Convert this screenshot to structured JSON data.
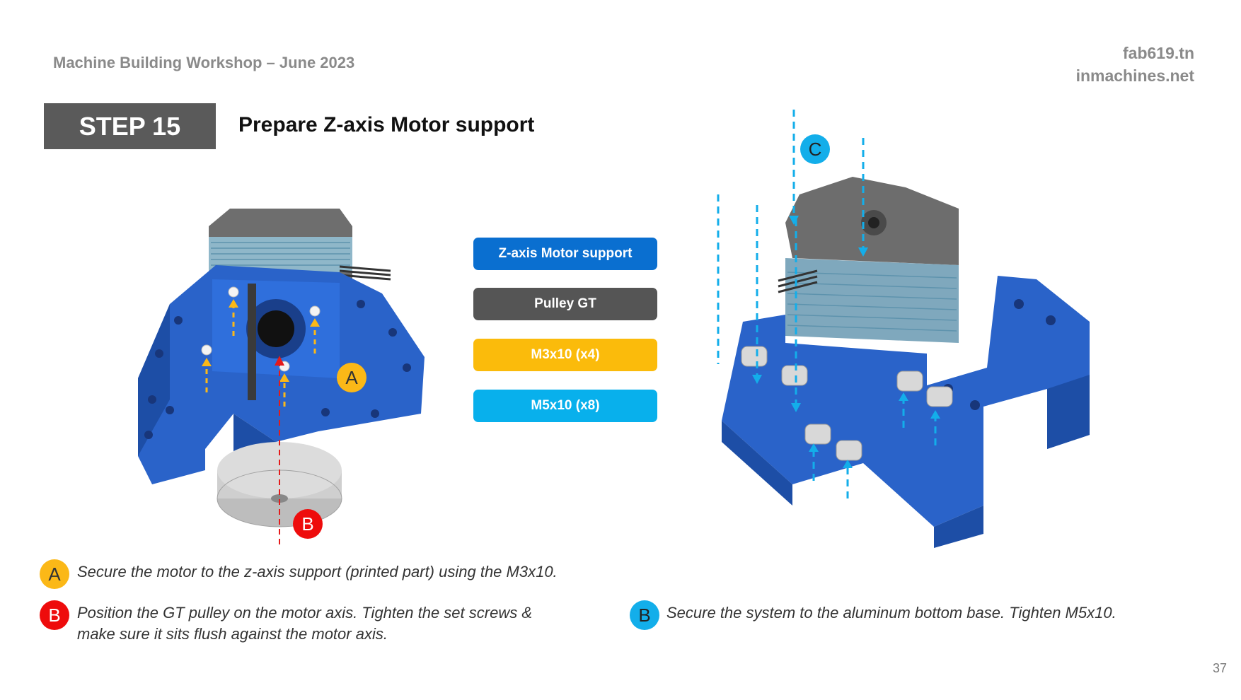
{
  "header": {
    "workshop": "Machine Building Workshop – June 2023",
    "site_1": "fab619.tn",
    "site_2": "inmachines.net"
  },
  "step": {
    "label": "STEP 15",
    "title": "Prepare Z-axis Motor support"
  },
  "legend": [
    {
      "label": "Z-axis Motor support",
      "color": "#0a6fd0"
    },
    {
      "label": "Pulley GT",
      "color": "#555555"
    },
    {
      "label": "M3x10 (x4)",
      "color": "#fbbb0b"
    },
    {
      "label": "M5x10 (x8)",
      "color": "#08b0ec"
    }
  ],
  "figure_callouts": {
    "a": "A",
    "b": "B",
    "c": "C"
  },
  "instructions": [
    {
      "badge": "A",
      "color": "#fbb817",
      "text": "Secure the motor to the z-axis support (printed part) using the M3x10."
    },
    {
      "badge": "B",
      "color": "#ee0c0c",
      "text": "Position the GT pulley on the motor axis. Tighten the set screws & make sure it sits flush against the motor axis."
    },
    {
      "badge": "B",
      "color": "#13aeea",
      "text": "Secure the system to the aluminum bottom base. Tighten M5x10."
    }
  ],
  "page_number": "37"
}
